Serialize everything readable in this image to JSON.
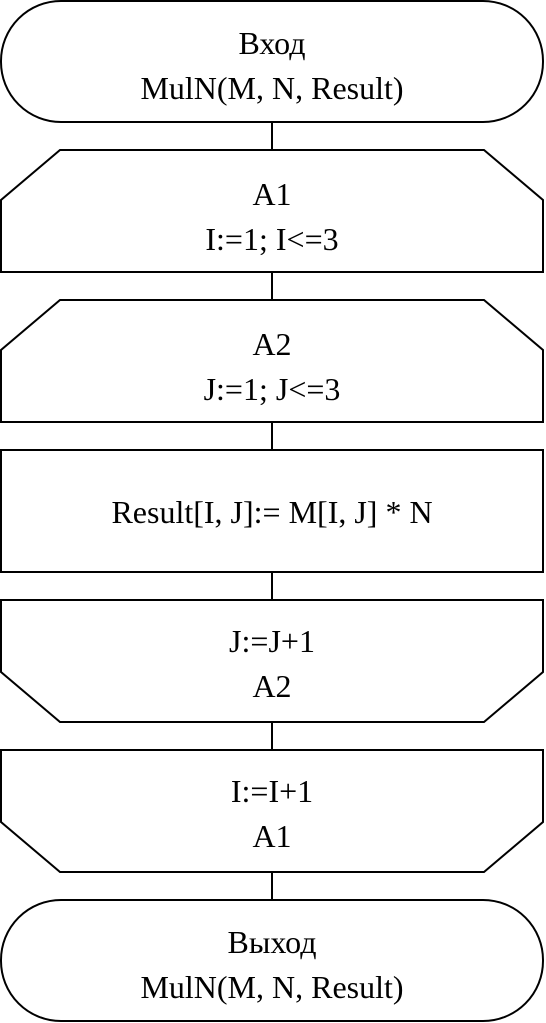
{
  "flowchart": {
    "start": {
      "line1": "Вход",
      "line2": "MulN(M, N, Result)"
    },
    "loop_outer_begin": {
      "line1": "A1",
      "line2": "I:=1; I<=3"
    },
    "loop_inner_begin": {
      "line1": "A2",
      "line2": "J:=1; J<=3"
    },
    "process": {
      "line1": "Result[I, J]:= M[I, J] * N"
    },
    "loop_inner_end": {
      "line1": "J:=J+1",
      "line2": "A2"
    },
    "loop_outer_end": {
      "line1": "I:=I+1",
      "line2": "A1"
    },
    "end": {
      "line1": "Выход",
      "line2": "MulN(M, N, Result)"
    }
  }
}
